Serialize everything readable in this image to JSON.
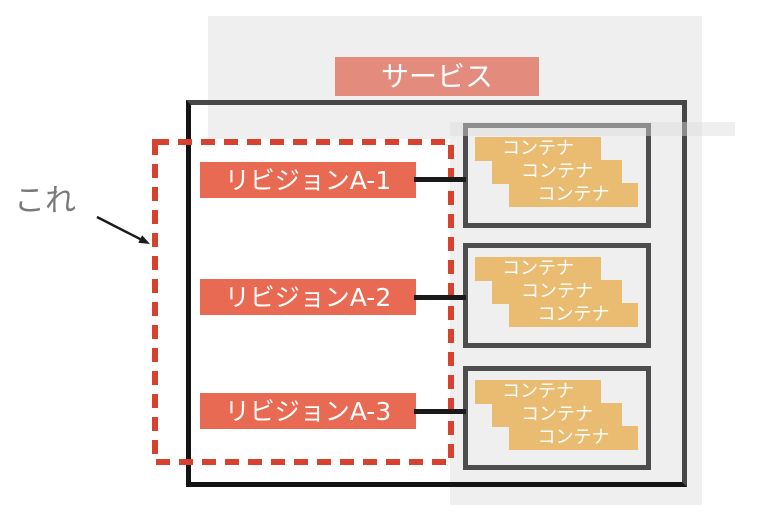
{
  "colors": {
    "service_bg": "#e38b7d",
    "revision_bg": "#e96a52",
    "container_bg": "#e9bc72",
    "dashed_border": "#d8412d",
    "panel_bg": "#efefef",
    "box_border": "#4d4d4d",
    "main_border": "#474747",
    "connector": "#1a1a1a",
    "annotation_text": "#7a7a7a",
    "label_text": "#ffffff"
  },
  "service": {
    "label": "サービス"
  },
  "annotation": {
    "label": "これ"
  },
  "revisions": [
    {
      "label": "リビジョンA-1"
    },
    {
      "label": "リビジョンA-2"
    },
    {
      "label": "リビジョンA-3"
    }
  ],
  "container_groups": [
    {
      "containers": [
        "コンテナ",
        "コンテナ",
        "コンテナ"
      ]
    },
    {
      "containers": [
        "コンテナ",
        "コンテナ",
        "コンテナ"
      ]
    },
    {
      "containers": [
        "コンテナ",
        "コンテナ",
        "コンテナ"
      ]
    }
  ]
}
